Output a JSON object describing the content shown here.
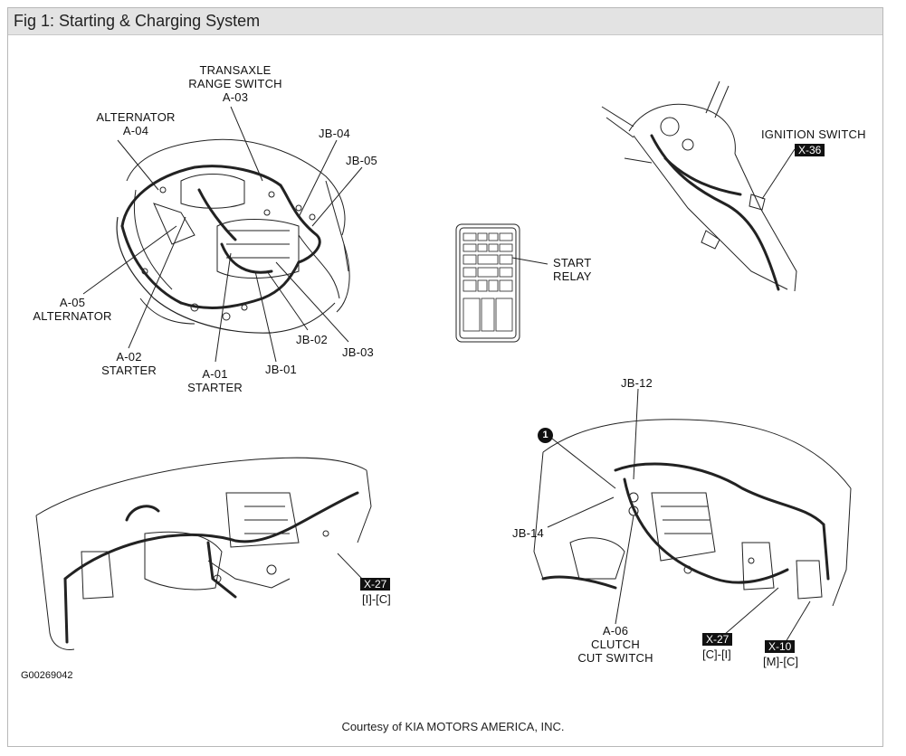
{
  "figure": {
    "title": "Fig 1: Starting & Charging System",
    "courtesy": "Courtesy of KIA MOTORS AMERICA, INC.",
    "figure_code": "G00269042",
    "callout_number": "1"
  },
  "engine_bay": {
    "transaxle_line1": "TRANSAXLE",
    "transaxle_line2": "RANGE SWITCH",
    "transaxle_code": "A-03",
    "alternator_top": "ALTERNATOR",
    "alternator_top_code": "A-04",
    "jb04": "JB-04",
    "jb05": "JB-05",
    "alternator_side_code": "A-05",
    "alternator_side": "ALTERNATOR",
    "starter_a02_code": "A-02",
    "starter_a02": "STARTER",
    "starter_a01_code": "A-01",
    "starter_a01": "STARTER",
    "jb01": "JB-01",
    "jb02": "JB-02",
    "jb03": "JB-03"
  },
  "fuse_box": {
    "start_line1": "START",
    "start_line2": "RELAY"
  },
  "steering_column": {
    "ignition_label": "IGNITION SWITCH",
    "ignition_code": "X-36"
  },
  "dashboard": {
    "connector_code": "X-27",
    "connector_ref": "[I]-[C]"
  },
  "under_dash": {
    "jb12": "JB-12",
    "jb14": "JB-14",
    "clutch_code": "A-06",
    "clutch_line1": "CLUTCH",
    "clutch_line2": "CUT SWITCH",
    "x27_code": "X-27",
    "x27_ref": "[C]-[I]",
    "x10_code": "X-10",
    "x10_ref": "[M]-[C]"
  }
}
